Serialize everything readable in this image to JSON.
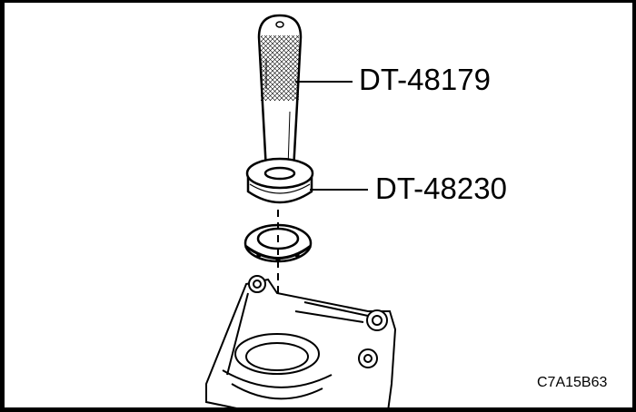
{
  "diagram": {
    "callouts": [
      {
        "label": "DT-48179",
        "target": "installer handle"
      },
      {
        "label": "DT-48230",
        "target": "seal installer"
      }
    ],
    "figure_id": "C7A15B63"
  }
}
